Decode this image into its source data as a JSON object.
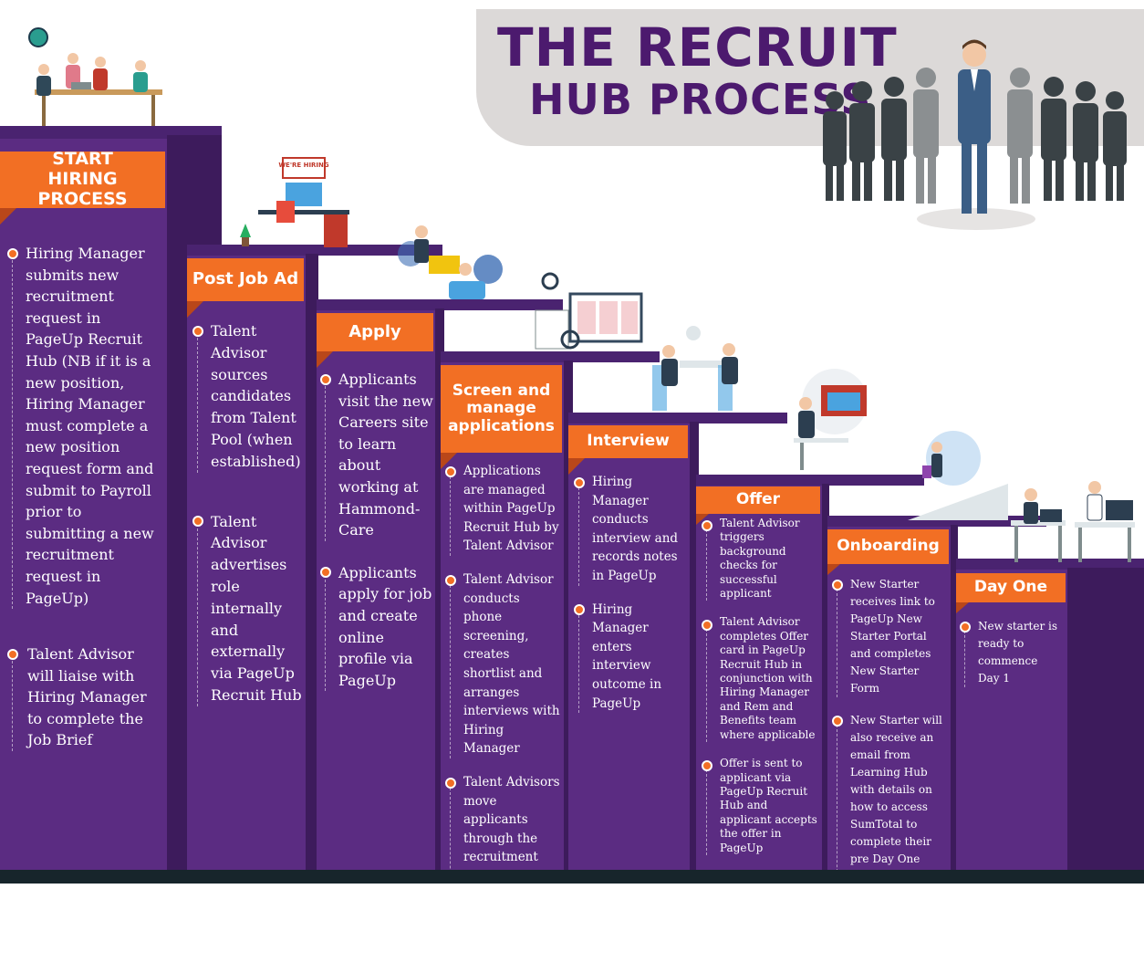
{
  "title": {
    "line1": "THE RECRUIT",
    "line2": "HUB PROCESS"
  },
  "steps": [
    {
      "id": "start",
      "banner": "START HIRING PROCESS",
      "items": [
        "Hiring Manager submits new recruitment request in PageUp Recruit Hub (NB if it is a new position, Hiring Manager must complete a new position request form and submit to Payroll prior to submitting a new recruitment request in PageUp)",
        "Talent Advisor will liaise with Hiring Manager to complete the Job Brief"
      ]
    },
    {
      "id": "post",
      "banner": "Post Job Ad",
      "items": [
        "Talent Advisor sources candidates from Talent Pool (when established)",
        "Talent Advisor advertises role internally and externally via PageUp Recruit Hub"
      ]
    },
    {
      "id": "apply",
      "banner": "Apply",
      "items": [
        "Applicants visit the new Careers site to learn about working at Hammond-Care",
        "Applicants apply for job and create online profile via PageUp"
      ]
    },
    {
      "id": "screen",
      "banner": "Screen and manage applications",
      "items": [
        "Applications are managed within PageUp Recruit Hub by Talent Advisor",
        "Talent Advisor conducts phone screening, creates shortlist and arranges interviews with Hiring Manager",
        "Talent Advisors move applicants through the recruitment process via Status updates in PageUp Recruit Hub"
      ]
    },
    {
      "id": "interview",
      "banner": "Interview",
      "items": [
        "Hiring Manager conducts interview and records notes in PageUp",
        "Hiring Manager enters interview outcome in PageUp"
      ]
    },
    {
      "id": "offer",
      "banner": "Offer",
      "items": [
        "Talent Advisor triggers background checks for successful applicant",
        "Talent Advisor completes Offer card in PageUp Recruit Hub in conjunction with Hiring Manager and Rem and Benefits team where applicable",
        "Offer is sent to applicant via PageUp Recruit Hub and applicant accepts the offer in PageUp"
      ]
    },
    {
      "id": "onboarding",
      "banner": "Onboarding",
      "items": [
        "New Starter receives link to PageUp New Starter Portal and completes New Starter Form",
        "New Starter will also receive an email from Learning Hub with details on how to access SumTotal to complete their pre Day One Learning"
      ]
    },
    {
      "id": "dayone",
      "banner": "Day One",
      "items": [
        "New starter is ready to commence Day 1"
      ]
    }
  ],
  "signage": {
    "were_hiring": "WE'RE HIRING"
  },
  "colors": {
    "purple": "#5b2c82",
    "dark_purple": "#3d1b5c",
    "orange": "#f26f24",
    "title_purple": "#4c1a6e",
    "grey_panel": "#dcd9d8"
  }
}
